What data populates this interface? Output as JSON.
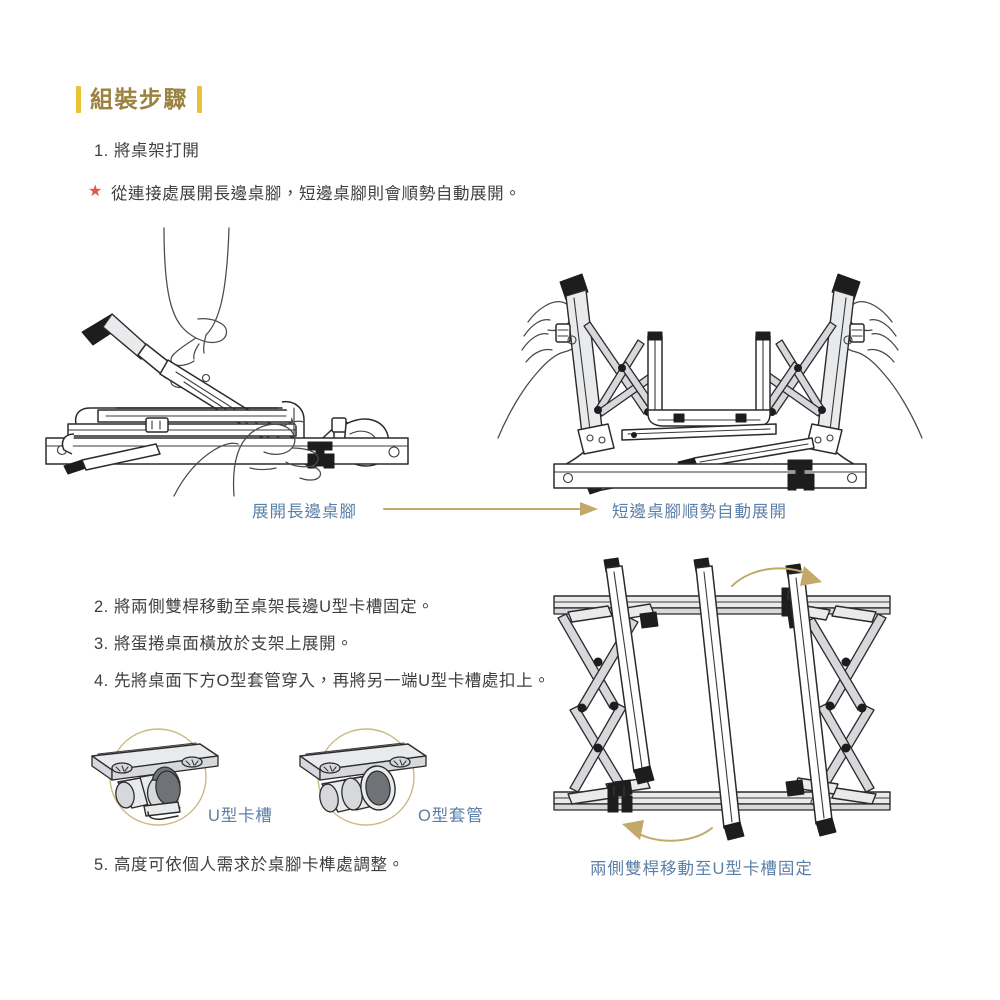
{
  "header": {
    "title": "組裝步驟",
    "accent_color": "#e8c237",
    "title_color": "#9b8240"
  },
  "steps": [
    {
      "num": "1.",
      "text": "將桌架打開"
    },
    {
      "num": "2.",
      "text": "將兩側雙桿移動至桌架長邊U型卡槽固定。"
    },
    {
      "num": "3.",
      "text": "將蛋捲桌面橫放於支架上展開。"
    },
    {
      "num": "4.",
      "text": "先將桌面下方O型套管穿入，再將另一端U型卡槽處扣上。"
    },
    {
      "num": "5.",
      "text": "高度可依個人需求於桌腳卡榫處調整。"
    }
  ],
  "note": {
    "marker": "★",
    "marker_color": "#e2574c",
    "text": "從連接處展開長邊桌腳，短邊桌腳則會順勢自動展開。"
  },
  "captions": {
    "color": "#5b7fa6",
    "left": "展開長邊桌腳",
    "right": "短邊桌腳順勢自動展開",
    "bottom_right": "兩側雙桿移動至U型卡槽固定"
  },
  "part_labels": {
    "u_slot": "U型卡槽",
    "o_sleeve": "O型套管"
  },
  "arrow": {
    "color": "#c2a96a",
    "direction": "right"
  },
  "figures": {
    "fig1": "folded-frame-unfolding-by-hands",
    "fig2": "frame-held-by-two-hands-legs-deployed",
    "fig3": "u-slot-detail-circle",
    "fig4": "o-sleeve-detail-circle",
    "fig5": "top-view-scissor-frame-with-poles"
  },
  "detail_circle_color": "#cbb884"
}
